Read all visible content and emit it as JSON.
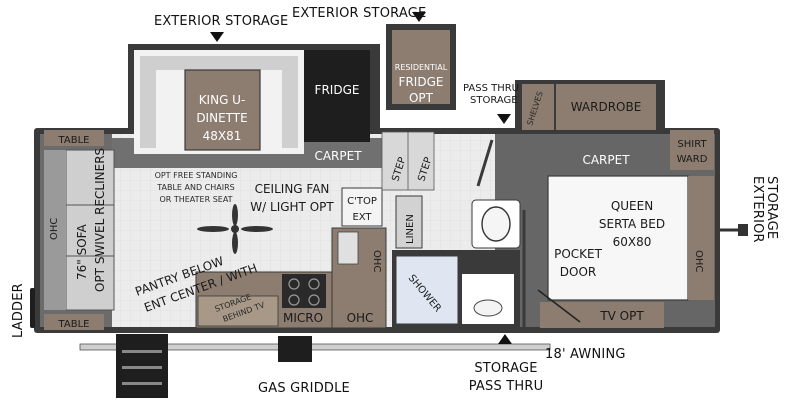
{
  "labels": {
    "exterior_storage_top": "EXTERIOR STORAGE",
    "exterior_storage_top2": "EXTERIOR STORAGE",
    "king_dinette": [
      "KING U-",
      "DINETTE",
      "48X81"
    ],
    "fridge": "FRIDGE",
    "residential_fridge": [
      "RESIDENTIAL",
      "FRIDGE",
      "OPT"
    ],
    "pass_thru_storage": [
      "PASS THRU",
      "STORAGE"
    ],
    "shelves": "SHELVES",
    "wardrobe": "WARDROBE",
    "shirt_ward": [
      "SHIRT",
      "WARD"
    ],
    "table_top": "TABLE",
    "table_bottom": "TABLE",
    "sofa": "76\" SOFA",
    "recliners": "OPT SWIVEL RECLINERS",
    "ohc_left": "OHC",
    "opt_free_standing": [
      "OPT FREE STANDING",
      "TABLE AND CHAIRS",
      "OR THEATER SEAT"
    ],
    "ceiling_fan": [
      "CEILING FAN",
      "W/ LIGHT OPT"
    ],
    "carpet_living": "CARPET",
    "step1": "STEP",
    "step2": "STEP",
    "ctop_ext": [
      "C'TOP",
      "EXT"
    ],
    "linen": "LINEN",
    "ohc_kitchen": "OHC",
    "shower": "SHOWER",
    "pantry": [
      "PANTRY BELOW",
      "ENT CENTER / WITH"
    ],
    "storage_behind_tv": [
      "STORAGE",
      "BEHIND TV"
    ],
    "micro": "MICRO",
    "ohc_bottom": "OHC",
    "carpet_bedroom": "CARPET",
    "queen_bed": [
      "QUEEN",
      "SERTA BED",
      "60X80"
    ],
    "ohc_right": "OHC",
    "pocket_door": [
      "POCKET",
      "DOOR"
    ],
    "tv_opt": "TV OPT",
    "exterior_storage_right": [
      "EXTERIOR",
      "STORAGE"
    ],
    "ladder": "LADDER",
    "gas_griddle": "GAS GRIDDLE",
    "storage_pass_thru": [
      "STORAGE",
      "PASS THRU"
    ],
    "awning": "18' AWNING"
  },
  "colors": {
    "wall": "#3a3a3a",
    "dark_floor": "#5e5e5e",
    "bed_dark": "#6b6b6b",
    "taupe": "#8c7d70",
    "light_floor": "#e9e9e9",
    "fridge": "#1e1e1e",
    "cushion": "#cfcfcf"
  }
}
